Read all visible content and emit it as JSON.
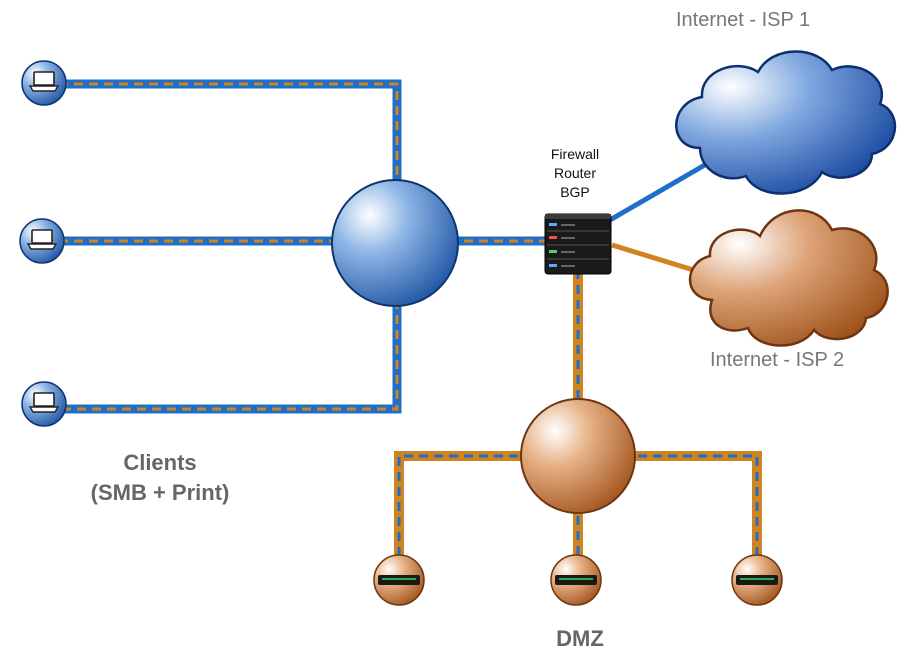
{
  "labels": {
    "isp1": "Internet - ISP 1",
    "isp2": "Internet - ISP 2",
    "firewall_lines": [
      "Firewall",
      "Router",
      "BGP"
    ],
    "clients_lines": [
      "Clients",
      "(SMB + Print)"
    ],
    "dmz": "DMZ"
  },
  "nodes": {
    "client_laptops": [
      "laptop-icon",
      "laptop-icon",
      "laptop-icon"
    ],
    "client_switch": "switch-sphere",
    "firewall": "firewall-router-icon",
    "isp1_cloud": "cloud-icon",
    "isp2_cloud": "cloud-icon",
    "dmz_switch": "switch-sphere",
    "dmz_servers": [
      "server-icon",
      "server-icon",
      "server-icon"
    ]
  },
  "colors": {
    "blue_link": "#1f6fc9",
    "orange_link": "#d1831f",
    "blue_node": "#1e5ab8",
    "orange_node": "#b85c1c",
    "text_gray": "#777777"
  }
}
